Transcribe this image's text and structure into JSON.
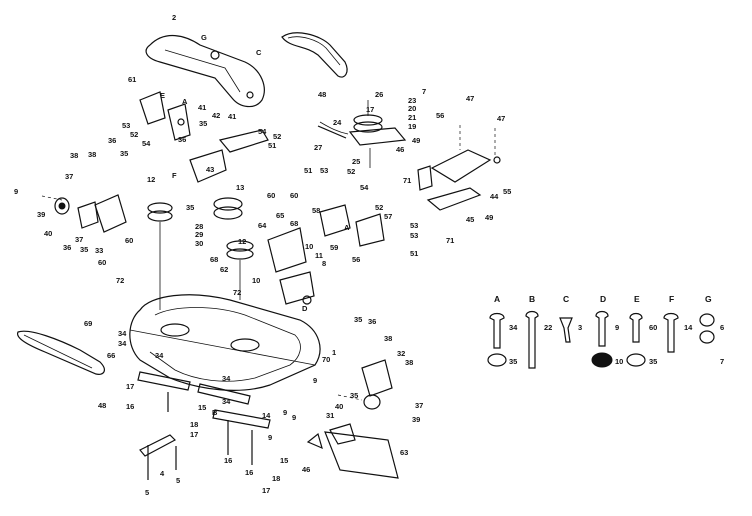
{
  "callouts": [
    {
      "id": "c1",
      "text": "2"
    },
    {
      "id": "c2",
      "text": "G"
    },
    {
      "id": "c3",
      "text": "C"
    },
    {
      "id": "c4",
      "text": "48"
    },
    {
      "id": "c5",
      "text": "7"
    },
    {
      "id": "c6",
      "text": "26"
    },
    {
      "id": "c7",
      "text": "23"
    },
    {
      "id": "c8",
      "text": "17"
    },
    {
      "id": "c9",
      "text": "20"
    },
    {
      "id": "c10",
      "text": "24"
    },
    {
      "id": "c11",
      "text": "21"
    },
    {
      "id": "c12",
      "text": "19"
    },
    {
      "id": "c13",
      "text": "27"
    },
    {
      "id": "c14",
      "text": "25"
    },
    {
      "id": "c15",
      "text": "47"
    },
    {
      "id": "c16",
      "text": "56"
    },
    {
      "id": "c17",
      "text": "47"
    },
    {
      "id": "c18",
      "text": "49"
    },
    {
      "id": "c19",
      "text": "46"
    },
    {
      "id": "c20",
      "text": "61"
    },
    {
      "id": "c21",
      "text": "E"
    },
    {
      "id": "c22",
      "text": "A"
    },
    {
      "id": "c23",
      "text": "41"
    },
    {
      "id": "c24",
      "text": "53"
    },
    {
      "id": "c25",
      "text": "52"
    },
    {
      "id": "c26",
      "text": "54"
    },
    {
      "id": "c27",
      "text": "42"
    },
    {
      "id": "c28",
      "text": "41"
    },
    {
      "id": "c29",
      "text": "36"
    },
    {
      "id": "c30",
      "text": "35"
    },
    {
      "id": "c31",
      "text": "54"
    },
    {
      "id": "c32",
      "text": "52"
    },
    {
      "id": "c33",
      "text": "51"
    },
    {
      "id": "c34",
      "text": "36"
    },
    {
      "id": "c35",
      "text": "38"
    },
    {
      "id": "c36",
      "text": "38"
    },
    {
      "id": "c37",
      "text": "35"
    },
    {
      "id": "c38",
      "text": "37"
    },
    {
      "id": "c39",
      "text": "9"
    },
    {
      "id": "c40",
      "text": "39"
    },
    {
      "id": "c41",
      "text": "40"
    },
    {
      "id": "c42",
      "text": "37"
    },
    {
      "id": "c43",
      "text": "36"
    },
    {
      "id": "c44",
      "text": "33"
    },
    {
      "id": "c45",
      "text": "35"
    },
    {
      "id": "c46",
      "text": "12"
    },
    {
      "id": "c47",
      "text": "F"
    },
    {
      "id": "c48",
      "text": "43"
    },
    {
      "id": "c49",
      "text": "13"
    },
    {
      "id": "c50",
      "text": "35"
    },
    {
      "id": "c51",
      "text": "51"
    },
    {
      "id": "c52",
      "text": "53"
    },
    {
      "id": "c53",
      "text": "52"
    },
    {
      "id": "c54",
      "text": "71"
    },
    {
      "id": "c55",
      "text": "54"
    },
    {
      "id": "c56",
      "text": "52"
    },
    {
      "id": "c57",
      "text": "44"
    },
    {
      "id": "c58",
      "text": "55"
    },
    {
      "id": "c59",
      "text": "45"
    },
    {
      "id": "c60",
      "text": "49"
    },
    {
      "id": "c61",
      "text": "71"
    },
    {
      "id": "c62",
      "text": "60"
    },
    {
      "id": "c63",
      "text": "60"
    },
    {
      "id": "c64",
      "text": "65"
    },
    {
      "id": "c65",
      "text": "58"
    },
    {
      "id": "c66",
      "text": "28"
    },
    {
      "id": "c67",
      "text": "29"
    },
    {
      "id": "c68",
      "text": "30"
    },
    {
      "id": "c69",
      "text": "64"
    },
    {
      "id": "c70",
      "text": "68"
    },
    {
      "id": "c71",
      "text": "59"
    },
    {
      "id": "c72",
      "text": "57"
    },
    {
      "id": "c73",
      "text": "53"
    },
    {
      "id": "c74",
      "text": "A"
    },
    {
      "id": "c75",
      "text": "53"
    },
    {
      "id": "c76",
      "text": "56"
    },
    {
      "id": "c77",
      "text": "51"
    },
    {
      "id": "c78",
      "text": "60"
    },
    {
      "id": "c79",
      "text": "60"
    },
    {
      "id": "c80",
      "text": "12"
    },
    {
      "id": "c81",
      "text": "68"
    },
    {
      "id": "c82",
      "text": "62"
    },
    {
      "id": "c83",
      "text": "10"
    },
    {
      "id": "c84",
      "text": "11"
    },
    {
      "id": "c85",
      "text": "8"
    },
    {
      "id": "c86",
      "text": "72"
    },
    {
      "id": "c87",
      "text": "72"
    },
    {
      "id": "c88",
      "text": "10"
    },
    {
      "id": "c89",
      "text": "D"
    },
    {
      "id": "c90",
      "text": "69"
    },
    {
      "id": "c91",
      "text": "34"
    },
    {
      "id": "c92",
      "text": "34"
    },
    {
      "id": "c93",
      "text": "66"
    },
    {
      "id": "c94",
      "text": "34"
    },
    {
      "id": "c95",
      "text": "35"
    },
    {
      "id": "c96",
      "text": "36"
    },
    {
      "id": "c97",
      "text": "1"
    },
    {
      "id": "c98",
      "text": "70"
    },
    {
      "id": "c99",
      "text": "38"
    },
    {
      "id": "c100",
      "text": "32"
    },
    {
      "id": "c101",
      "text": "38"
    },
    {
      "id": "c102",
      "text": "9"
    },
    {
      "id": "c103",
      "text": "35"
    },
    {
      "id": "c104",
      "text": "37"
    },
    {
      "id": "c105",
      "text": "40"
    },
    {
      "id": "c106",
      "text": "39"
    },
    {
      "id": "c107",
      "text": "48"
    },
    {
      "id": "c108",
      "text": "17"
    },
    {
      "id": "c109",
      "text": "16"
    },
    {
      "id": "c110",
      "text": "34"
    },
    {
      "id": "c111",
      "text": "15"
    },
    {
      "id": "c112",
      "text": "34"
    },
    {
      "id": "c113",
      "text": "B"
    },
    {
      "id": "c114",
      "text": "18"
    },
    {
      "id": "c115",
      "text": "17"
    },
    {
      "id": "c116",
      "text": "14"
    },
    {
      "id": "c117",
      "text": "9"
    },
    {
      "id": "c118",
      "text": "9"
    },
    {
      "id": "c119",
      "text": "9"
    },
    {
      "id": "c120",
      "text": "31"
    },
    {
      "id": "c121",
      "text": "46"
    },
    {
      "id": "c122",
      "text": "63"
    },
    {
      "id": "c123",
      "text": "16"
    },
    {
      "id": "c124",
      "text": "18"
    },
    {
      "id": "c125",
      "text": "15"
    },
    {
      "id": "c126",
      "text": "16"
    },
    {
      "id": "c127",
      "text": "17"
    },
    {
      "id": "c128",
      "text": "4"
    },
    {
      "id": "c129",
      "text": "5"
    },
    {
      "id": "c130",
      "text": "5"
    }
  ],
  "hardware_key": [
    {
      "letter": "A",
      "number": "34",
      "nut": "35"
    },
    {
      "letter": "B",
      "number": "22",
      "nut": ""
    },
    {
      "letter": "C",
      "number": "3",
      "nut": ""
    },
    {
      "letter": "D",
      "number": "9",
      "nut": "10"
    },
    {
      "letter": "E",
      "number": "60",
      "nut": "35"
    },
    {
      "letter": "F",
      "number": "14",
      "nut": ""
    },
    {
      "letter": "G",
      "number": "6",
      "nut": "7"
    }
  ]
}
